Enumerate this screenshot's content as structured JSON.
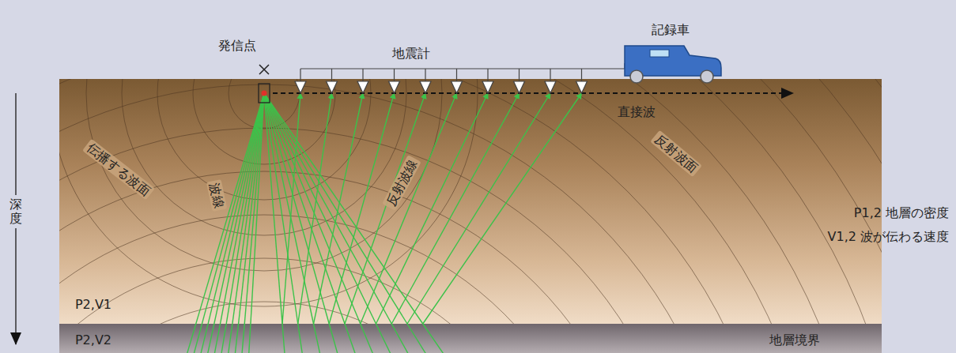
{
  "diagram": {
    "labels": [
      "発信点",
      "地震計",
      "記録車",
      "直接波",
      "深度",
      "伝播する波面",
      "波線",
      "反射波線",
      "反射波面",
      "P2,V1",
      "P2,V2",
      "地層境界",
      "P1,2 地層の密度",
      "V1,2 波が伝わる速度"
    ]
  }
}
